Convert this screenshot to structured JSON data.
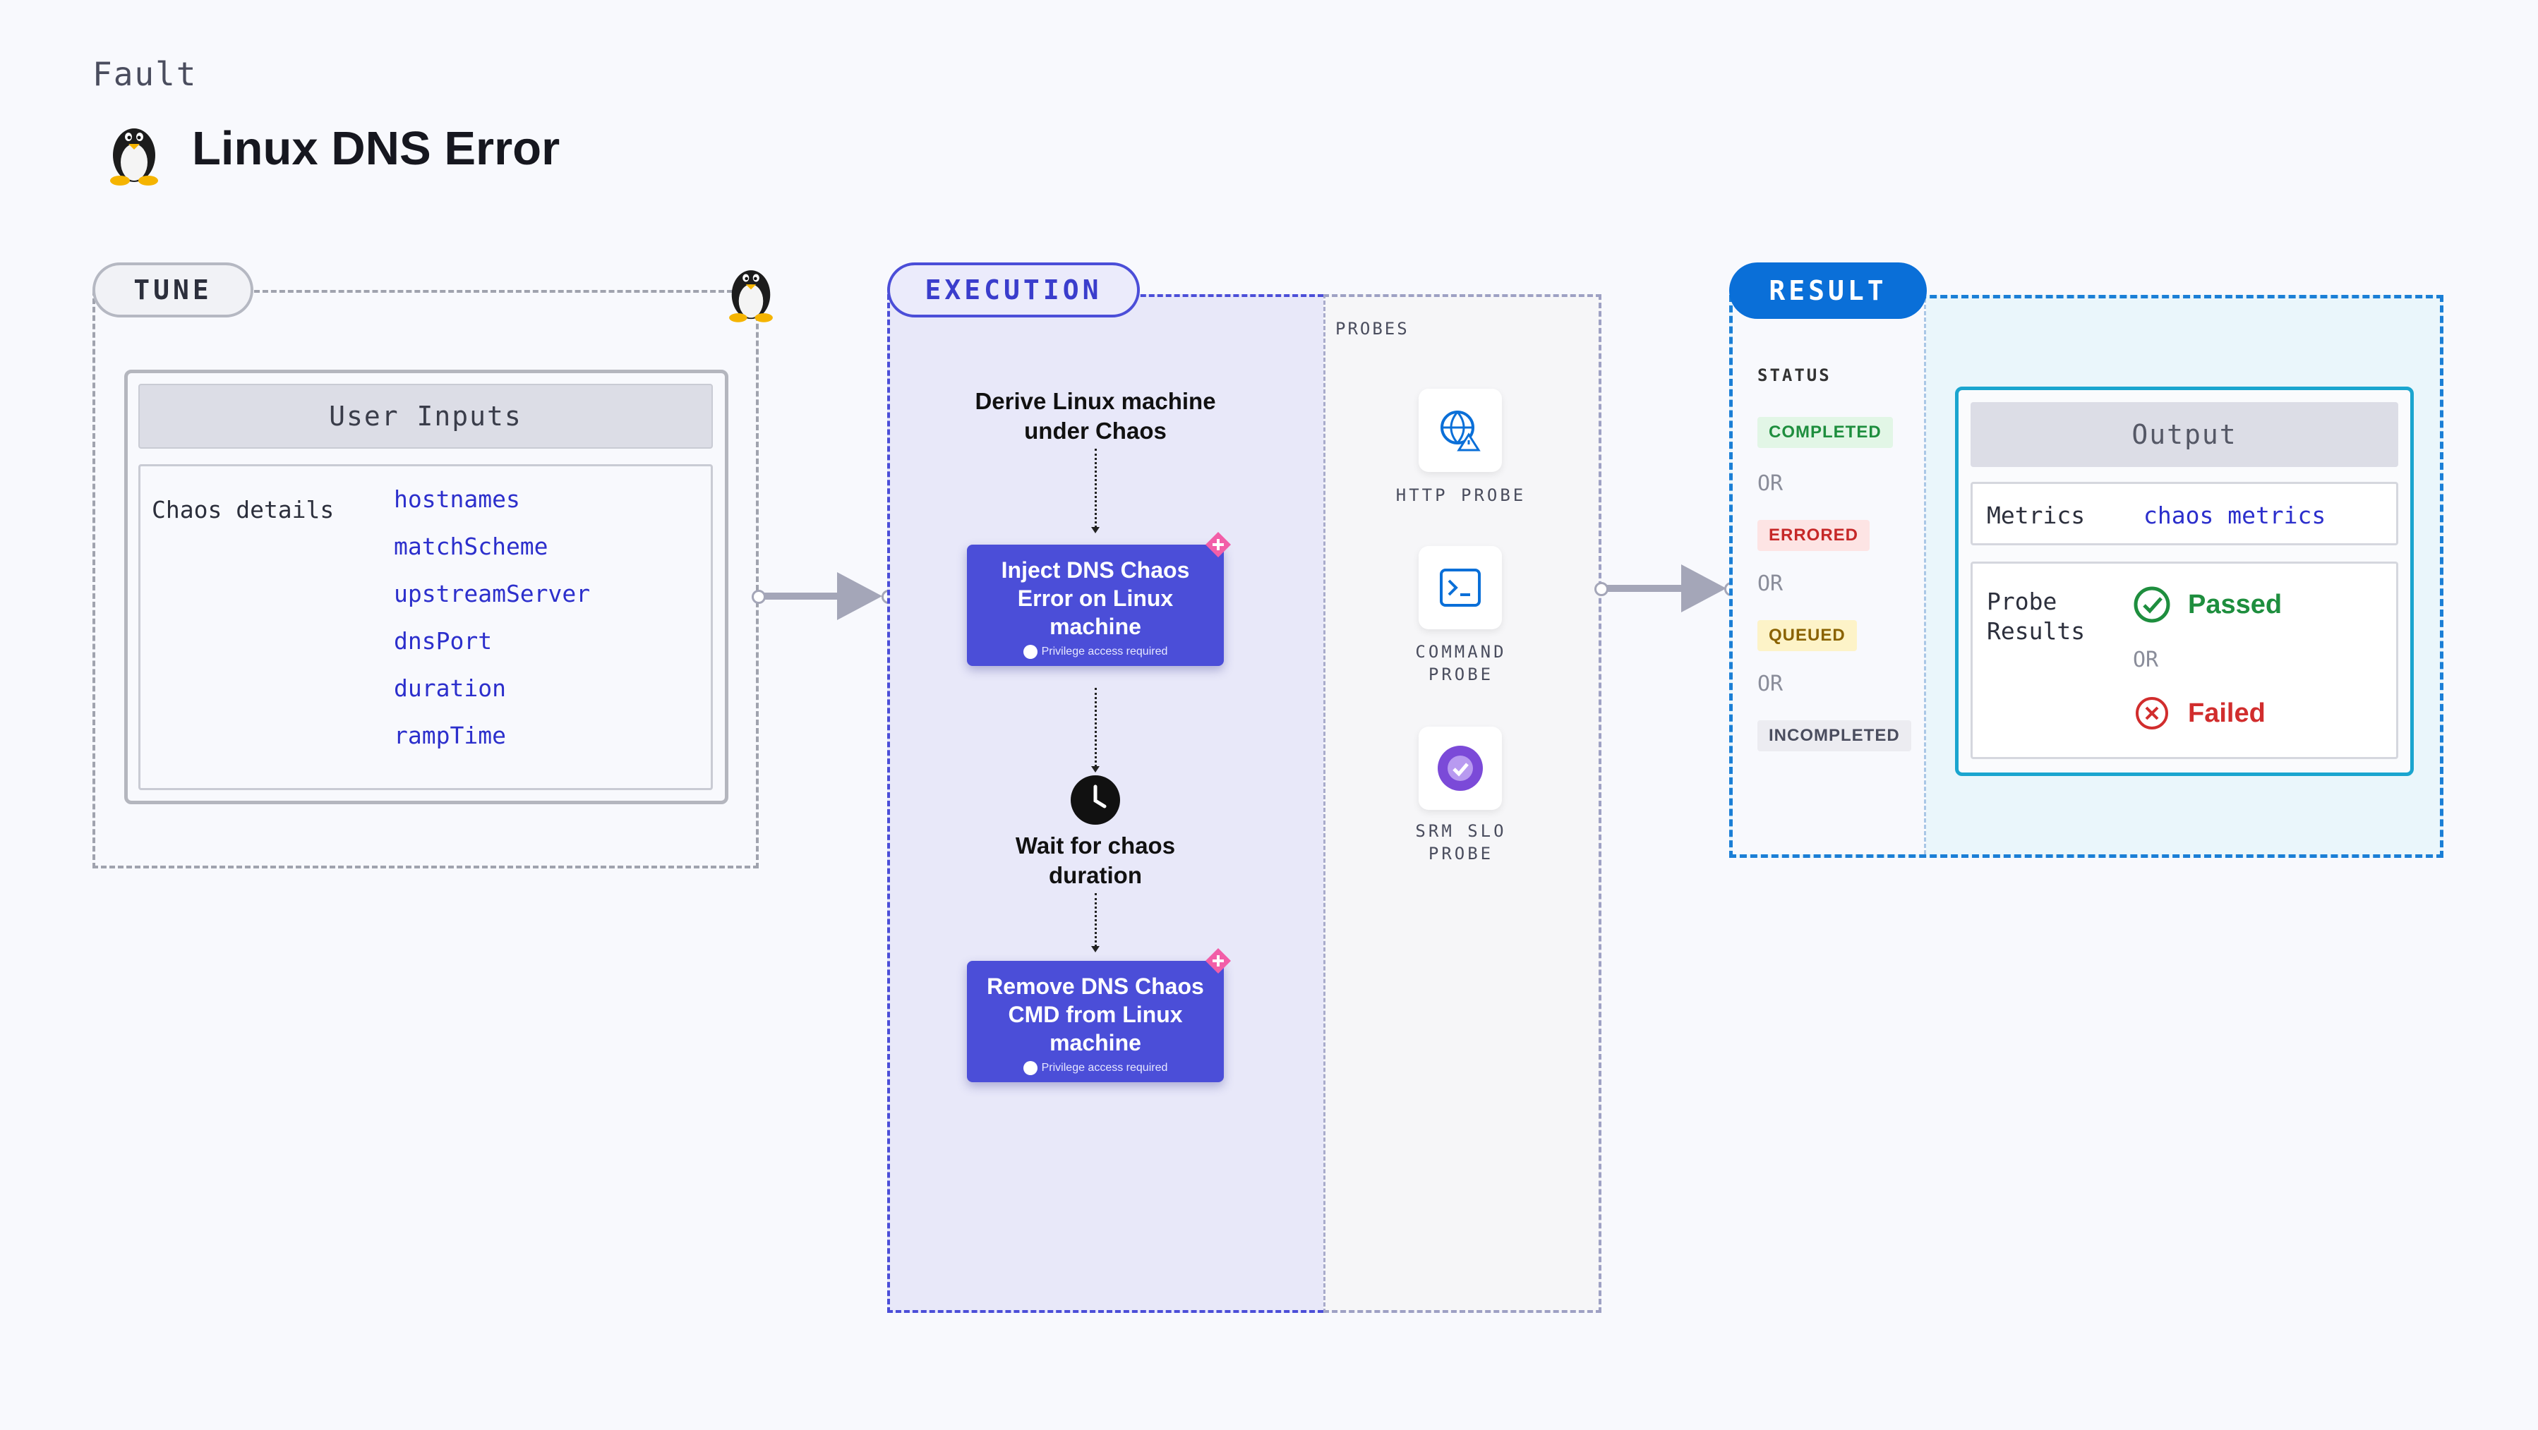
{
  "header": {
    "category": "Fault",
    "title": "Linux DNS Error",
    "logo_icon": "linux-tux-icon"
  },
  "tune": {
    "label": "TUNE",
    "user_inputs_title": "User Inputs",
    "chaos_details_label": "Chaos details",
    "params": [
      "hostnames",
      "matchScheme",
      "upstreamServer",
      "dnsPort",
      "duration",
      "rampTime"
    ]
  },
  "execution": {
    "label": "EXECUTION",
    "derive_text": [
      "Derive Linux machine",
      "under Chaos"
    ],
    "inject_card": {
      "title": [
        "Inject DNS Chaos",
        "Error on Linux",
        "machine"
      ],
      "sub": "Privilege access required"
    },
    "wait_text": [
      "Wait for chaos",
      "duration"
    ],
    "remove_card": {
      "title": [
        "Remove DNS Chaos",
        "CMD from Linux",
        "machine"
      ],
      "sub": "Privilege access required"
    }
  },
  "probes": {
    "label": "PROBES",
    "items": [
      {
        "label": [
          "HTTP PROBE"
        ],
        "icon": "http-probe-icon"
      },
      {
        "label": [
          "COMMAND",
          "PROBE"
        ],
        "icon": "command-probe-icon"
      },
      {
        "label": [
          "SRM SLO",
          "PROBE"
        ],
        "icon": "srm-slo-probe-icon"
      }
    ]
  },
  "result": {
    "label": "RESULT",
    "status_label": "STATUS",
    "statuses": [
      {
        "text": "COMPLETED",
        "color": "#1e8e3e",
        "bg": "#e2f6e6"
      },
      {
        "text": "ERRORED",
        "color": "#c62828",
        "bg": "#fde4e4"
      },
      {
        "text": "QUEUED",
        "color": "#8a6200",
        "bg": "#fdf3c8"
      },
      {
        "text": "INCOMPLETED",
        "color": "#4a4d5e",
        "bg": "#ececf1"
      }
    ],
    "or_text": "OR",
    "output": {
      "title": "Output",
      "metrics_label": "Metrics",
      "metrics_value": "chaos metrics",
      "probe_results_label": [
        "Probe",
        "Results"
      ],
      "passed": "Passed",
      "failed": "Failed"
    }
  },
  "colors": {
    "accent": "#4b4ed8",
    "result_blue": "#0a6fd8",
    "output_border": "#1aa5cf",
    "pass_green": "#1e8e3e",
    "fail_red": "#d12d2d"
  }
}
